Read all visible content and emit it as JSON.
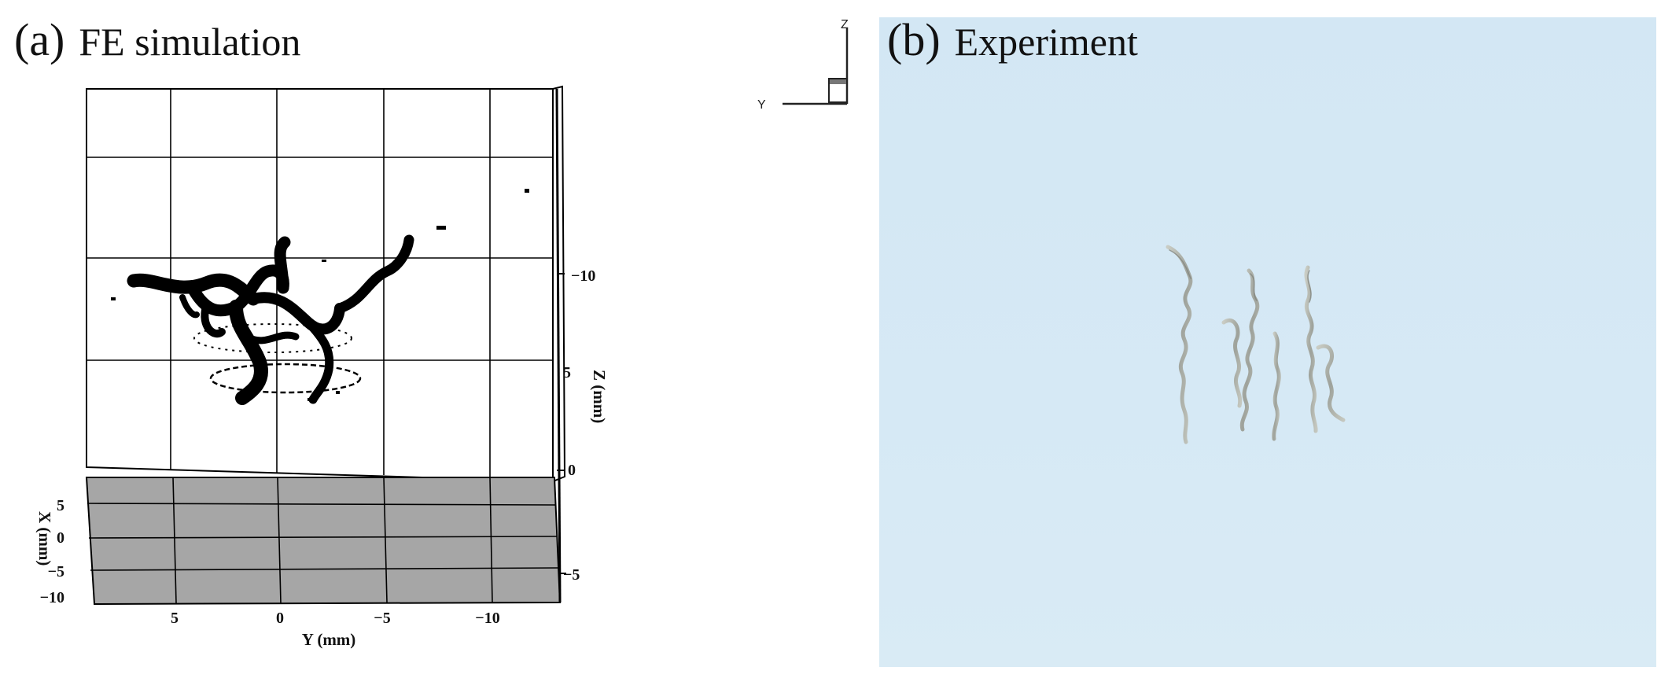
{
  "panel_a": {
    "letter": "(a)",
    "title": "FE simulation",
    "axes": {
      "y_label": "Y (mm)",
      "z_label": "Z (mm)",
      "x_label": "X (mm)",
      "y_ticks": [
        "5",
        "0",
        "−5",
        "−10"
      ],
      "z_ticks": [
        "−10",
        "5",
        "0",
        "−5"
      ],
      "x_ticks": [
        "5",
        "0",
        "−5",
        "−10"
      ]
    }
  },
  "triad": {
    "z": "Z",
    "y": "Y"
  },
  "panel_b": {
    "letter": "(b)",
    "title": "Experiment"
  },
  "colors": {
    "background_photo": "#d5e8f4",
    "floor_grey": "#a6a6a6",
    "chip_black": "#000000",
    "chip_metal": "#a9ada7"
  }
}
